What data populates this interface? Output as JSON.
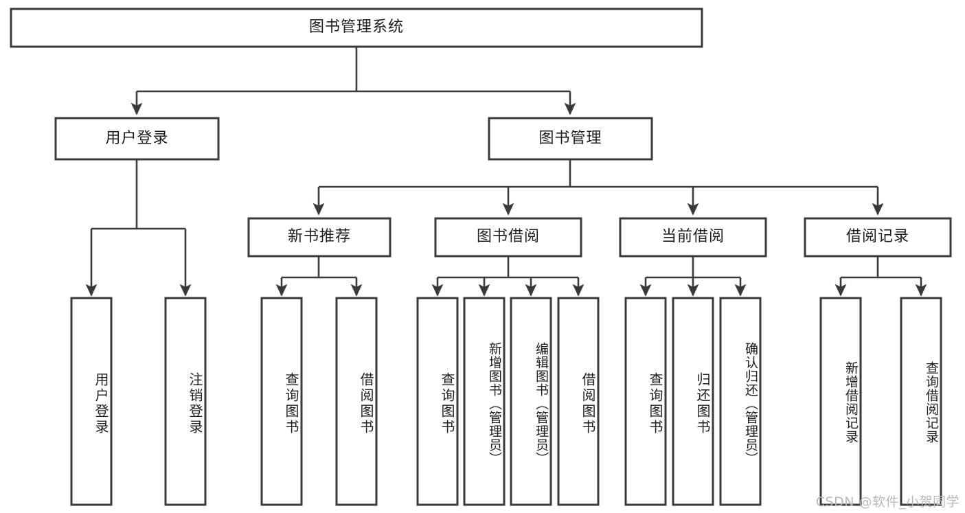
{
  "diagram": {
    "type": "tree-hierarchy",
    "title": "图书管理系统",
    "watermark": "CSDN @软件_小贺同学",
    "colors": {
      "box_stroke": "#3a3a3a",
      "box_fill": "#ffffff",
      "connector": "#3a3a3a",
      "text": "#1d1d1d",
      "watermark": "#b9b9b9",
      "background": "#ffffff"
    },
    "root": {
      "label": "图书管理系统"
    },
    "level1": [
      {
        "label": "用户登录"
      },
      {
        "label": "图书管理"
      }
    ],
    "level2": [
      {
        "label": "新书推荐"
      },
      {
        "label": "图书借阅"
      },
      {
        "label": "当前借阅"
      },
      {
        "label": "借阅记录"
      }
    ],
    "leaves": {
      "user_login": [
        {
          "label": "用户登录"
        },
        {
          "label": "注销登录"
        }
      ],
      "new_book_recommend": [
        {
          "label": "查询图书"
        },
        {
          "label": "借阅图书"
        }
      ],
      "book_borrow": [
        {
          "label": "查询图书"
        },
        {
          "label": "新增图书（管理员）"
        },
        {
          "label": "编辑图书（管理员）"
        },
        {
          "label": "借阅图书"
        }
      ],
      "current_borrow": [
        {
          "label": "查询图书"
        },
        {
          "label": "归还图书"
        },
        {
          "label": "确认归还（管理员）"
        }
      ],
      "borrow_record": [
        {
          "label": "新增借阅记录"
        },
        {
          "label": "查询借阅记录"
        }
      ]
    }
  }
}
